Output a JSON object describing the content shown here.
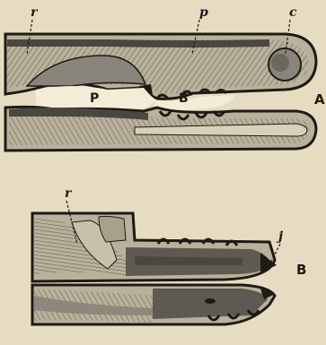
{
  "figure": {
    "panel_a": {
      "label": "A",
      "callouts": {
        "r": "r",
        "p": "p",
        "c": "c"
      },
      "regions": {
        "P": "P",
        "B": "B"
      }
    },
    "panel_b": {
      "label": "B",
      "callouts": {
        "r": "r",
        "j": "j"
      }
    }
  },
  "colors": {
    "background": "#e6dcc1",
    "outline": "#1e1a14",
    "dark_tissue": "#4a4640",
    "mid_tissue": "#8a857a",
    "light_tissue": "#c8c0a8"
  }
}
